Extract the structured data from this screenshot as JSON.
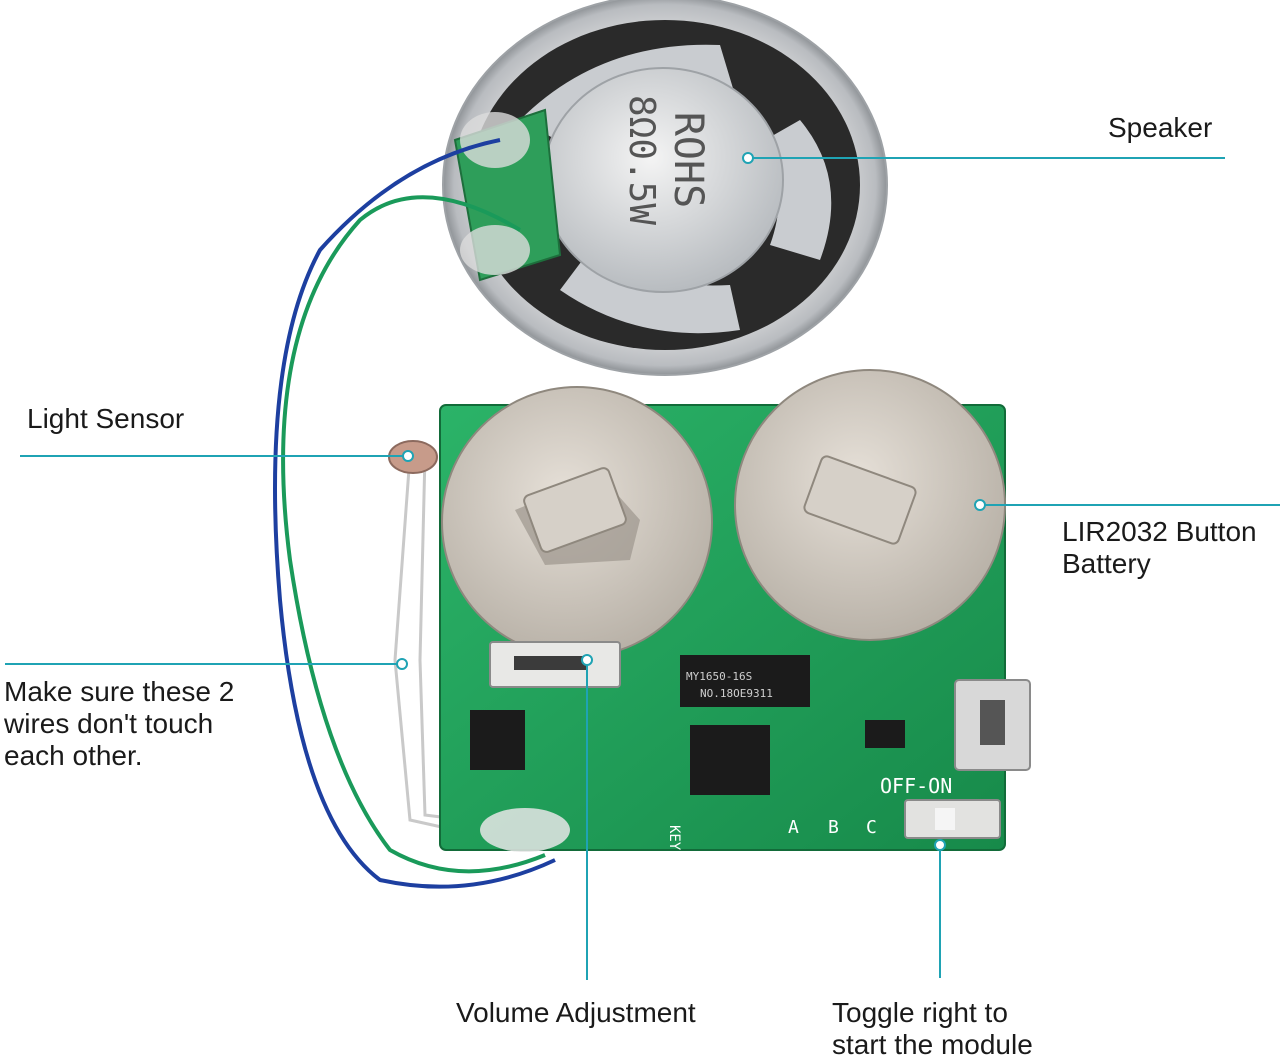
{
  "colors": {
    "leader": "#1fa3b4",
    "pcb": "#1f9e58",
    "metal": "#d2d0cc",
    "speaker_cone": "#2a2a2a"
  },
  "speaker_marking": {
    "line1": "ROHS",
    "line2": "8Ω0.5W"
  },
  "chip_marking": {
    "line1": "MY1650-16S",
    "line2": "NO.18OE9311"
  },
  "board_silkscreen": {
    "off_on": "OFF-ON",
    "key": "KEY",
    "a": "A",
    "b": "B",
    "c": "C"
  },
  "labels": {
    "speaker": "Speaker",
    "light_sensor": "Light Sensor",
    "battery_line1": "LIR2032 Button",
    "battery_line2": "Battery",
    "wires_line1": "Make sure these 2",
    "wires_line2": "wires don't touch",
    "wires_line3": "each other.",
    "volume": "Volume Adjustment",
    "toggle_line1": "Toggle right to",
    "toggle_line2": "start the module"
  }
}
